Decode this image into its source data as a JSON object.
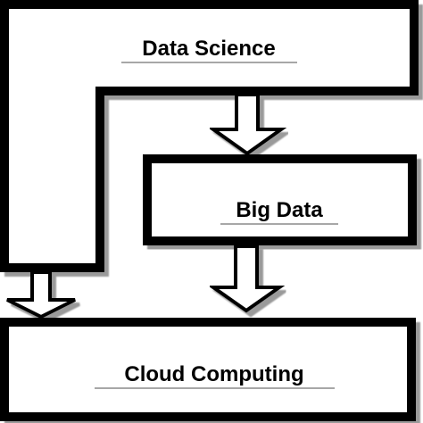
{
  "diagram": {
    "nodes": {
      "data_science": {
        "label": "Data Science"
      },
      "big_data": {
        "label": "Big Data"
      },
      "cloud_computing": {
        "label": "Cloud Computing"
      }
    },
    "colors": {
      "stroke": "#000000",
      "fill": "#ffffff",
      "shadow": "#9a9a9a",
      "underline": "#8a8a8a"
    },
    "edges": [
      {
        "from": "data_science",
        "to": "big_data"
      },
      {
        "from": "big_data",
        "to": "cloud_computing"
      },
      {
        "from": "data_science",
        "to": "cloud_computing"
      }
    ]
  }
}
